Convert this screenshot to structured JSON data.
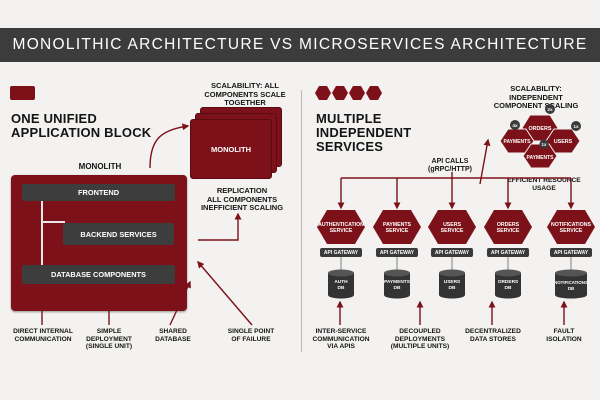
{
  "title": "MONOLITHIC ARCHITECTURE VS MICROSERVICES ARCHITECTURE",
  "colors": {
    "accent": "#7d1119",
    "dark_bar": "#3d3d3d",
    "background": "#f3f2f0"
  },
  "left": {
    "heading": [
      "ONE UNIFIED",
      "APPLICATION BLOCK"
    ],
    "scalability": [
      "SCALABILITY: ALL",
      "COMPONENTS SCALE",
      "TOGETHER"
    ],
    "replica_label": "MONOLITH",
    "replication": [
      "REPLICATION",
      "ALL COMPONENTS",
      "INEFFICIENT SCALING"
    ],
    "monolith_label": "MONOLITH",
    "frontend": "FRONTEND",
    "backend": "BACKEND SERVICES",
    "database": "DATABASE COMPONENTS",
    "captions": [
      [
        "DIRECT INTERNAL",
        "COMMUNICATION"
      ],
      [
        "SIMPLE",
        "DEPLOYMENT",
        "(SINGLE UNIT)"
      ],
      [
        "SHARED",
        "DATABASE"
      ],
      [
        "SINGLE POINT",
        "OF FAILURE"
      ]
    ]
  },
  "right": {
    "heading": [
      "MULTIPLE",
      "INDEPENDENT",
      "SERVICES"
    ],
    "scalability": [
      "SCALABILITY: INDEPENDENT",
      "COMPONENT SCALING"
    ],
    "hex_cluster": {
      "orders": "ORDERS",
      "payments": "PAYMENTS",
      "users": "USERS",
      "payments2": "PAYMENTS",
      "m1": "2x",
      "m2": "4x",
      "m3": "1x",
      "m4": "1x"
    },
    "efficient": "EFFICIENT RESOURCE USAGE",
    "api_calls": [
      "API CALLS",
      "(gRPC/HTTP)"
    ],
    "services": [
      {
        "name": [
          "AUTHENTICATION",
          "SERVICE"
        ],
        "gateway": "API GATEWAY",
        "db": [
          "AUTH",
          "DB"
        ]
      },
      {
        "name": [
          "PAYMENTS",
          "SERVICE"
        ],
        "gateway": "API GATEWAY",
        "db": [
          "PAYMENTS",
          "DB"
        ]
      },
      {
        "name": [
          "USERS",
          "SERVICE"
        ],
        "gateway": "API GATEWAY",
        "db": [
          "USERS",
          "DB"
        ]
      },
      {
        "name": [
          "ORDERS",
          "SERVICE"
        ],
        "gateway": "API GATEWAY",
        "db": [
          "ORDERS",
          "DB"
        ]
      },
      {
        "name": [
          "NOTIFICATIONS",
          "SERVICE"
        ],
        "gateway": "API GATEWAY",
        "db": [
          "NOTIFICATIONS",
          "DB"
        ]
      }
    ],
    "captions": [
      [
        "INTER-SERVICE",
        "COMMUNICATION",
        "VIA APIS"
      ],
      [
        "DECOUPLED",
        "DEPLOYMENTS",
        "(MULTIPLE UNITS)"
      ],
      [
        "DECENTRALIZED",
        "DATA STORES"
      ],
      [
        "FAULT",
        "ISOLATION"
      ]
    ]
  }
}
